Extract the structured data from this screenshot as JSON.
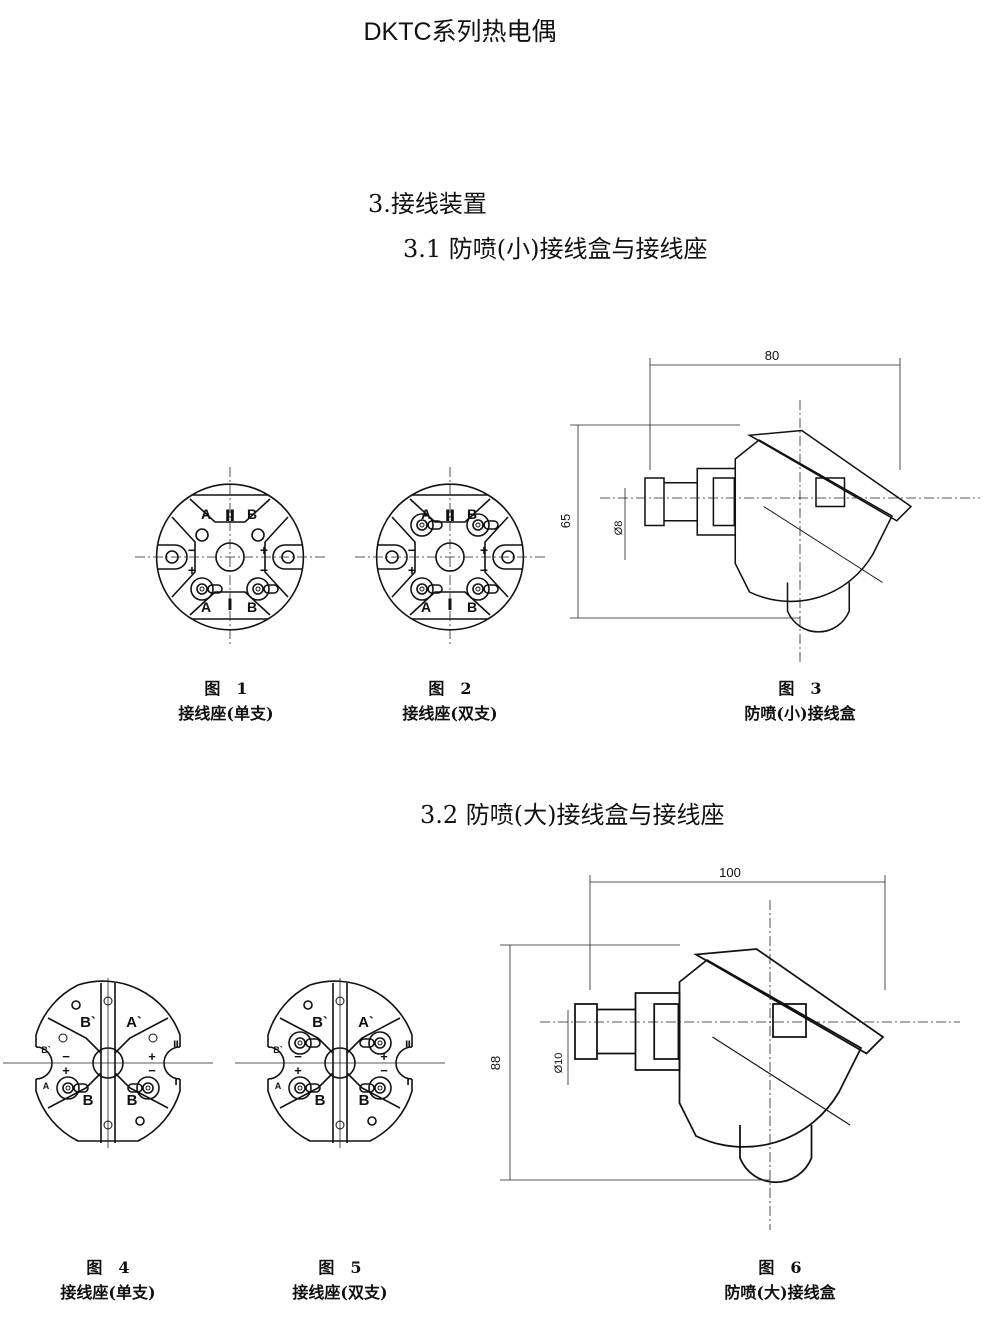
{
  "title": "DKTC系列热电偶",
  "section": {
    "heading": "3.接线装置",
    "sub1": "3.1 防喷(小)接线盒与接线座",
    "sub2": "3.2 防喷(大)接线盒与接线座"
  },
  "figures": [
    {
      "label": "图　1",
      "caption": "接线座(单支)",
      "marks": {
        "a": "A",
        "b": "B",
        "ii": "Ⅱ",
        "i": "Ⅰ",
        "plus": "+",
        "minus": "−"
      }
    },
    {
      "label": "图　2",
      "caption": "接线座(双支)",
      "marks": {
        "a": "A",
        "b": "B",
        "ii": "Ⅱ",
        "i": "Ⅰ",
        "plus": "+",
        "minus": "−"
      }
    },
    {
      "label": "图　3",
      "caption": "防喷(小)接线盒",
      "dims": {
        "width": "80",
        "height": "65",
        "dia": "Ø8"
      }
    },
    {
      "label": "图　4",
      "caption": "接线座(单支)",
      "marks": {
        "a2": "A`",
        "b2": "B`",
        "a": "A",
        "b": "B",
        "ii": "Ⅱ",
        "i": "Ⅰ",
        "plus": "+",
        "minus": "−"
      }
    },
    {
      "label": "图　5",
      "caption": "接线座(双支)",
      "marks": {
        "a2": "A`",
        "b2": "B`",
        "a": "A",
        "b": "B",
        "ii": "Ⅱ",
        "i": "Ⅰ",
        "plus": "+",
        "minus": "−"
      }
    },
    {
      "label": "图　6",
      "caption": "防喷(大)接线盒",
      "dims": {
        "width": "100",
        "height": "88",
        "dia": "Ø10"
      }
    }
  ]
}
